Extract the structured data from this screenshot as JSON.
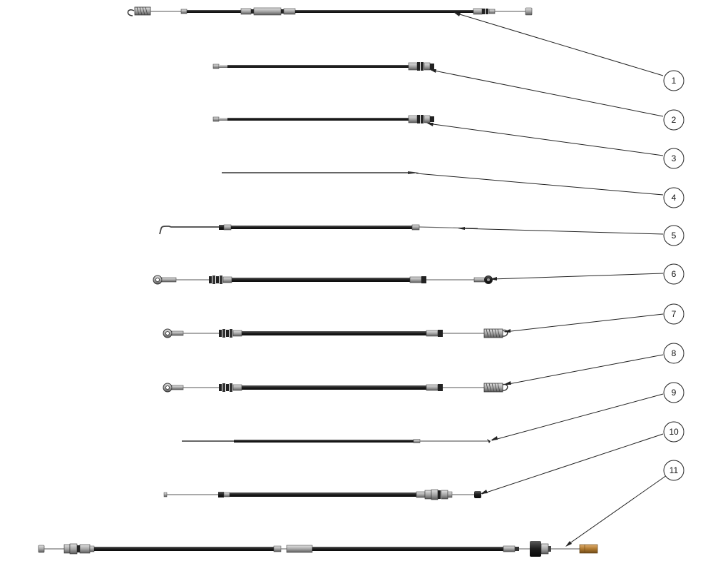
{
  "diagram": {
    "callouts": [
      {
        "label": "1"
      },
      {
        "label": "2"
      },
      {
        "label": "3"
      },
      {
        "label": "4"
      },
      {
        "label": "5"
      },
      {
        "label": "6"
      },
      {
        "label": "7"
      },
      {
        "label": "8"
      },
      {
        "label": "9"
      },
      {
        "label": "10"
      },
      {
        "label": "11"
      }
    ],
    "colors": {
      "sheath": "#1e1e1e",
      "fitting": "#9a9a9a",
      "wire": "#666666",
      "leader": "#222222",
      "brass": "#b07a30"
    }
  }
}
